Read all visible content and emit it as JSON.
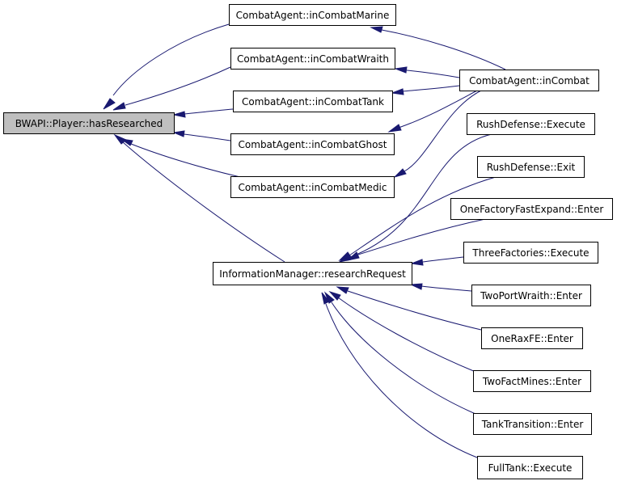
{
  "colors": {
    "edge": "#191970",
    "root_fill": "#bfbfbf",
    "node_fill": "#ffffff",
    "border": "#000000"
  },
  "nodes": {
    "root": {
      "label": "BWAPI::Player::hasResearched"
    },
    "marine": {
      "label": "CombatAgent::inCombatMarine"
    },
    "wraith": {
      "label": "CombatAgent::inCombatWraith"
    },
    "tank": {
      "label": "CombatAgent::inCombatTank"
    },
    "ghost": {
      "label": "CombatAgent::inCombatGhost"
    },
    "medic": {
      "label": "CombatAgent::inCombatMedic"
    },
    "incombat": {
      "label": "CombatAgent::inCombat"
    },
    "research": {
      "label": "InformationManager::researchRequest"
    },
    "rushexec": {
      "label": "RushDefense::Execute"
    },
    "rushexit": {
      "label": "RushDefense::Exit"
    },
    "onefactory": {
      "label": "OneFactoryFastExpand::Enter"
    },
    "threefact": {
      "label": "ThreeFactories::Execute"
    },
    "twoport": {
      "label": "TwoPortWraith::Enter"
    },
    "oneraxfe": {
      "label": "OneRaxFE::Enter"
    },
    "twofactmines": {
      "label": "TwoFactMines::Enter"
    },
    "tanktrans": {
      "label": "TankTransition::Enter"
    },
    "fulltank": {
      "label": "FullTank::Execute"
    }
  }
}
